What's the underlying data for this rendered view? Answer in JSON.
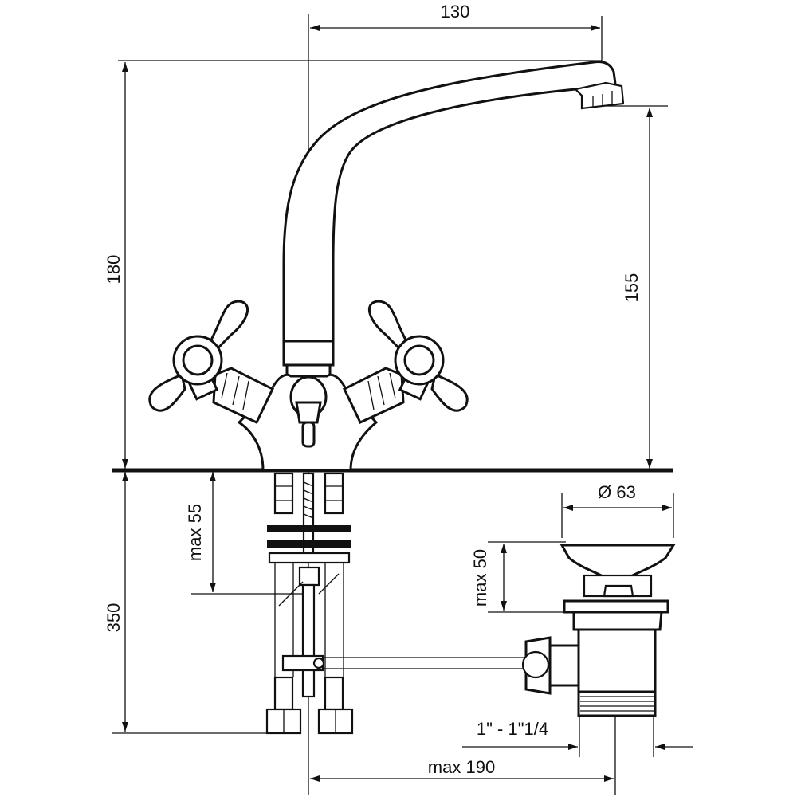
{
  "dimensions": {
    "width_top": "130",
    "height_total": "180",
    "height_spout": "155",
    "max_thickness": "max 55",
    "hose_length": "350",
    "diameter": "Ø 63",
    "max_plug": "max 50",
    "thread": "1\" - 1\"1/4",
    "max_reach": "max 190"
  },
  "colors": {
    "line": "#111111",
    "background": "#ffffff"
  }
}
